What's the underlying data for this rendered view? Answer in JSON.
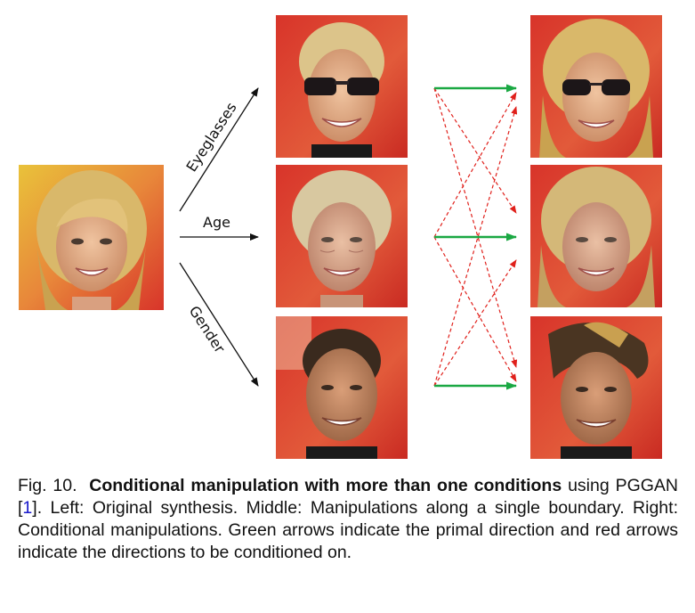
{
  "figure": {
    "labels": {
      "eyeglasses": "Eyeglasses",
      "age": "Age",
      "gender": "Gender"
    },
    "caption": {
      "prefix": "Fig. 10.",
      "title": "Conditional manipulation with more than one conditions",
      "text_before_ref": "using PGGAN [",
      "ref": "1",
      "text_after_ref": "]. Left: Original synthesis. Middle: Manipulations along a single boundary. Right: Conditional manipulations. Green arrows indicate the primal direction and red arrows indicate the directions to be conditioned on."
    },
    "colors": {
      "primal_arrow": "#1aa843",
      "conditioned_arrow": "#e0201b",
      "background_red": "#d8342a",
      "hair_blonde": "#d9b86a",
      "hair_dark": "#3a2a1e",
      "skin": "#e6b08c"
    },
    "images": {
      "original": "original-face-blonde-woman",
      "middle": [
        "eyeglasses-manipulation",
        "age-manipulation",
        "gender-manipulation"
      ],
      "right": [
        "conditional-eyeglasses",
        "conditional-age",
        "conditional-gender"
      ]
    }
  }
}
